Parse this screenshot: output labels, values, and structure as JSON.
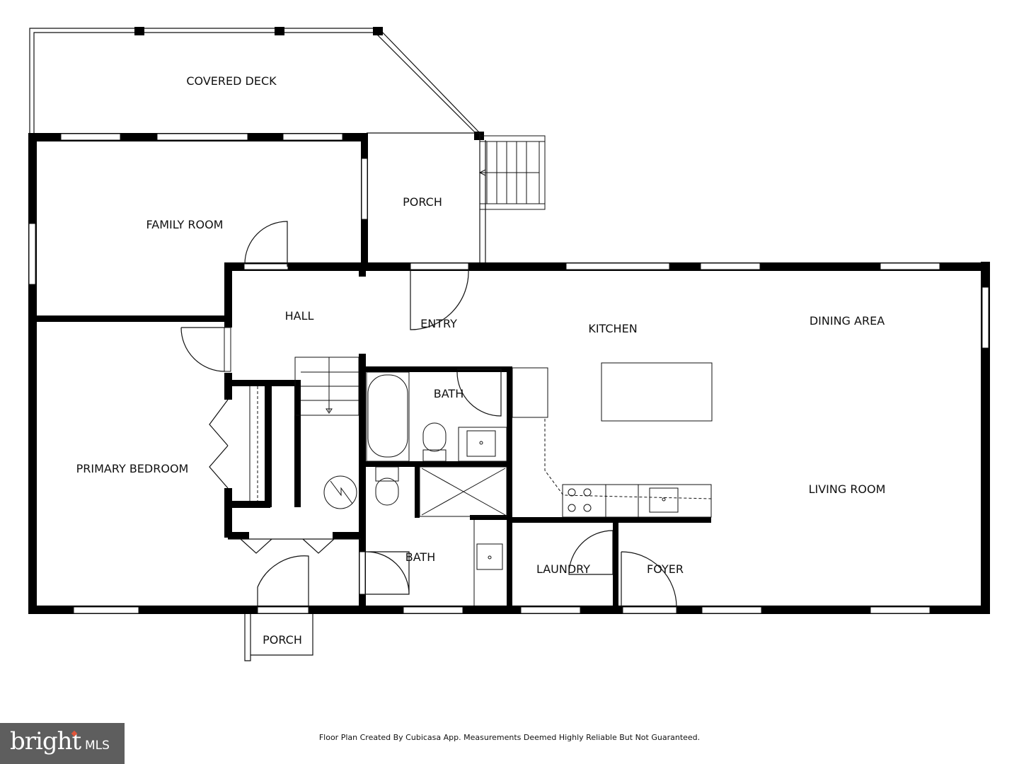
{
  "rooms": {
    "covered_deck": "COVERED DECK",
    "family_room": "FAMILY ROOM",
    "porch_top": "PORCH",
    "hall": "HALL",
    "entry": "ENTRY",
    "kitchen": "KITCHEN",
    "dining_area": "DINING AREA",
    "bath_upper": "BATH",
    "primary_bedroom": "PRIMARY BEDROOM",
    "living_room": "LIVING ROOM",
    "bath_lower": "BATH",
    "laundry": "LAUNDRY",
    "foyer": "FOYER",
    "porch_bottom": "PORCH"
  },
  "footer": {
    "disclaimer": "Floor Plan Created By Cubicasa App. Measurements Deemed Highly Reliable But Not Guaranteed."
  },
  "logo": {
    "text": "bright MLS",
    "brand": "bright",
    "suffix": "MLS",
    "background": "#5e5e5e",
    "accent": "#e0553a"
  }
}
